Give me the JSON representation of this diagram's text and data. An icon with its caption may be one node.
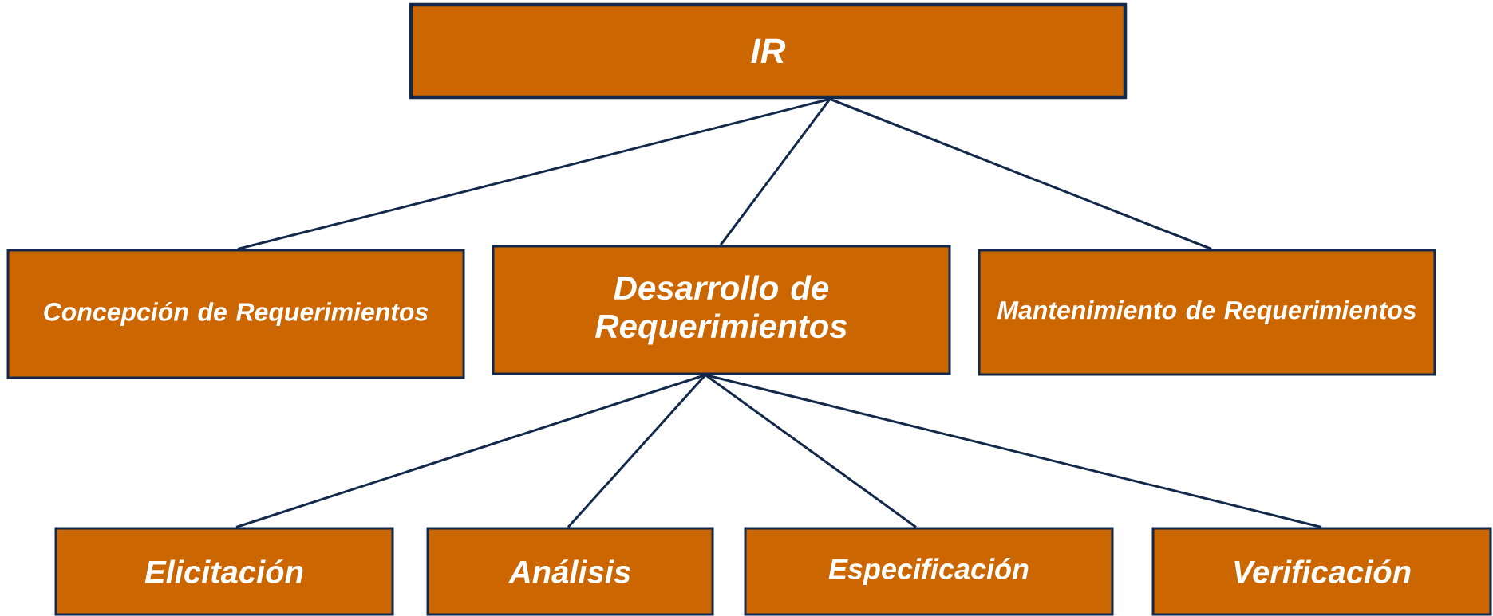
{
  "diagram": {
    "nodes": [
      {
        "text": [
          "IR"
        ]
      },
      {
        "text": [
          "Concepción de Requerimientos"
        ]
      },
      {
        "text": [
          "Desarrollo de Requerimientos"
        ]
      },
      {
        "text": [
          "Mantenimiento de Requerimientos"
        ]
      },
      {
        "text": [
          "Elicitación"
        ]
      },
      {
        "text": [
          "Análisis"
        ]
      },
      {
        "text": [
          "Especificación"
        ]
      },
      {
        "text": [
          "Verificación"
        ]
      }
    ],
    "edges": [
      {
        "from": 0,
        "to": 1,
        "arrow": "none"
      },
      {
        "from": 0,
        "to": 2,
        "arrow": "none"
      },
      {
        "from": 0,
        "to": 3,
        "arrow": "none"
      },
      {
        "from": 2,
        "to": 4,
        "arrow": "none"
      },
      {
        "from": 2,
        "to": 5,
        "arrow": "none"
      },
      {
        "from": 2,
        "to": 6,
        "arrow": "none"
      },
      {
        "from": 2,
        "to": 7,
        "arrow": "none"
      }
    ]
  }
}
